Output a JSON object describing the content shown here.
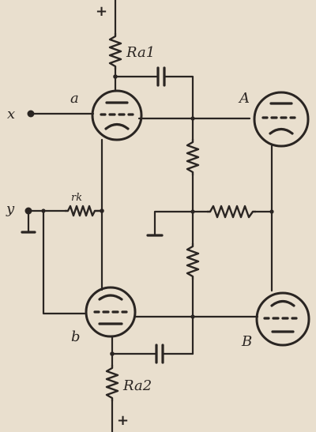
{
  "labels": {
    "supply_top": "+",
    "supply_bottom": "+",
    "ra1": "Ra1",
    "ra2": "Ra2",
    "rk": "rk",
    "tube_a": "a",
    "tube_b": "b",
    "tube_A": "A",
    "tube_B": "B",
    "input_x": "x",
    "input_y": "y"
  }
}
